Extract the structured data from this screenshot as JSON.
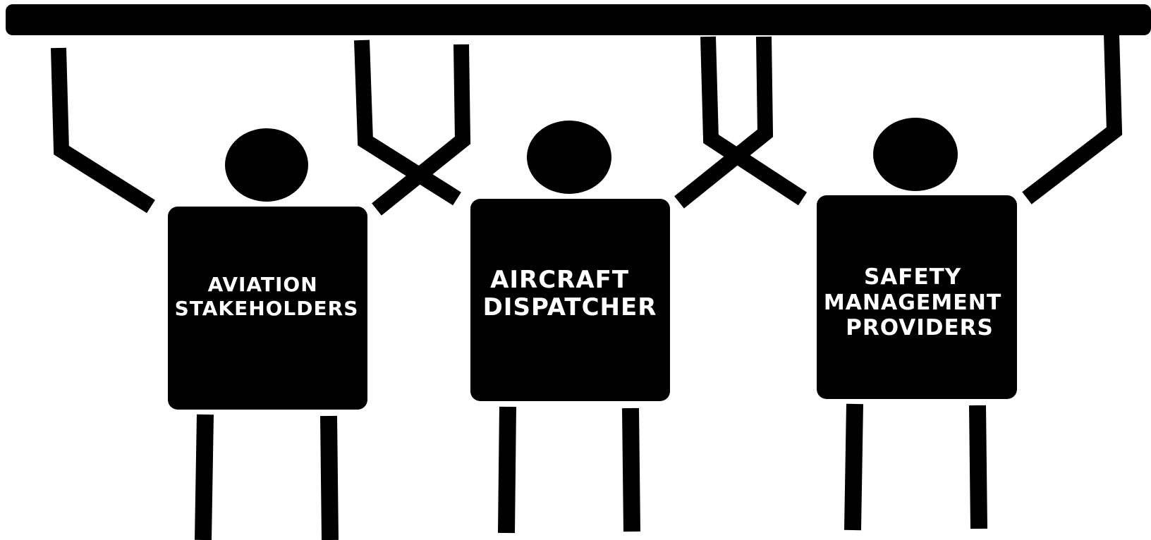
{
  "figures": [
    {
      "label_lines": [
        "AVIATION",
        "STAKEHOLDERS"
      ]
    },
    {
      "label_lines": [
        "AIRCRAFT",
        "DISPATCHER"
      ]
    },
    {
      "label_lines": [
        "SAFETY",
        "MANAGEMENT",
        "PROVIDERS"
      ]
    }
  ],
  "colors": {
    "ink": "#000000",
    "text": "#ffffff",
    "background": "#ffffff"
  }
}
